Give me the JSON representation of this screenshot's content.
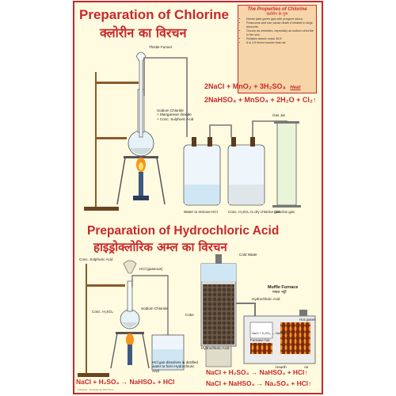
{
  "titles": {
    "chlorine_en": "Preparation of Chlorine",
    "chlorine_hi": "क्लोरीन का विरचन",
    "hcl_en": "Preparation of Hydrochloric Acid",
    "hcl_hi": "हाइड्रोक्लोरिक अम्ल का विरचन"
  },
  "properties": {
    "heading": "The Properties of Chlorine",
    "heading_hi": "क्लोरीन के गुण",
    "items": [
      "Dense pale-green gas with pungent odour.",
      "Poisonous and can cause death if inhaled in large amounts.",
      "Occurs as chlorides, especially as sodium chloride in the sea.",
      "Relative atomic mass 35.5",
      "It is 2.5 times heavier than air."
    ]
  },
  "equations": {
    "chlorine_1": "2NaCl + MnO₂ + 3H₂SO₄",
    "chlorine_1_condition": "Heat",
    "chlorine_2": "2NaHSO₄ + MnSO₄ + 2H₂O + Cl₂↑",
    "hcl_1": "NaCl + H₂SO₄ → NaHSO₄ + HCl",
    "hcl_right_1": "NaCl + H₂SO₄ → NaHSO₄ + HCl↑",
    "hcl_right_2": "NaCl + NaHSO₄ → Na₂SO₄ + HCl↑"
  },
  "labels": {
    "thistle_funnel": "Thistle Funnel",
    "sodium_chloride": "Sodium Chloride",
    "manganese_dioxide": "+ Manganese dioxide",
    "conc_sulphuric": "+ Conc. Sulphuric Acid",
    "water_remove_hcl": "Water to remove HCl",
    "conc_h2so4_dry": "Conc. H₂SO₄ to dry chlorine gas",
    "gas_jar": "Gas Jar",
    "chlorine_gas": "Chlorine gas",
    "conc_sulphuric_acid": "Conc. Sulphuric Acid",
    "hcl_gaseous": "HCl (gaseous)",
    "conc_h2so4": "Conc. H₂SO₄",
    "sodium_chloride_2": "Sodium Chloride",
    "hcl_dissolves": "HCl gas dissolves in distilled water to form Hydrochloric Acid",
    "cold_water": "Cold Water",
    "coke": "Coke",
    "hydrochloric_acid_left": "Hydrochloric Acid",
    "hydrochloric_acid_right": "Hydrochloric Acid",
    "muffle_furnace": "Muffle Furnace",
    "muffle_furnace_hi": "मफल भट्टी",
    "hot_gases": "Hot gases",
    "furnace_hot": "Furnace hot",
    "hearth": "Hearth",
    "air": "Air",
    "reaction_small": "NaCl + H₂SO₄ → NaHSO₄"
  },
  "footer": "Publisher · Educational Wall Chart"
}
